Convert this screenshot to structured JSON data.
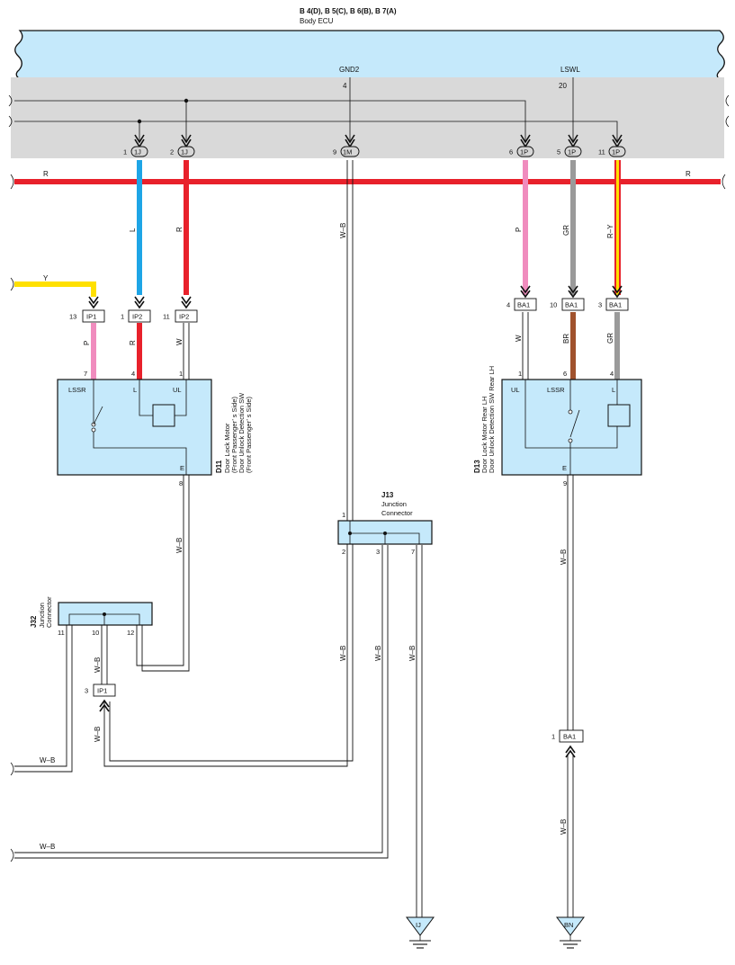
{
  "ecu": {
    "ids": "B 4(D), B 5(C), B 6(B), B 7(A)",
    "name": "Body ECU",
    "pin_gnd2_name": "GND2",
    "pin_gnd2_num": "4",
    "pin_lswl_name": "LSWL",
    "pin_lswl_num": "20"
  },
  "colors": {
    "ecu_fill": "#c5e9fb",
    "band_fill": "#d9d9d9",
    "red": "#e8212b",
    "blue": "#1ea5e6",
    "yellow": "#ffe000",
    "pink": "#f08cbe",
    "gray": "#9a9a9a",
    "brown": "#a0522d"
  },
  "band_connectors": {
    "c1": {
      "pin": "1",
      "name": "1J"
    },
    "c2": {
      "pin": "2",
      "name": "1J"
    },
    "c3": {
      "pin": "9",
      "name": "1M"
    },
    "c4": {
      "pin": "6",
      "name": "1P"
    },
    "c5": {
      "pin": "5",
      "name": "1P"
    },
    "c6": {
      "pin": "11",
      "name": "1P"
    }
  },
  "wires": {
    "r_left": "R",
    "r_right": "R",
    "l": "L",
    "r_mid": "R",
    "wb_center": "W–B",
    "p_right": "P",
    "gr_right": "GR",
    "ry_right": "R–Y",
    "y_left": "Y",
    "p_d11": "P",
    "r_d11": "R",
    "w_d11": "W",
    "w_d13": "W",
    "br_d13": "BR",
    "gr_d13": "GR",
    "wb_d11": "W–B",
    "wb_j32": "W–B",
    "wb_ip1": "W–B",
    "wb_bottom1": "W–B",
    "wb_j13_2": "W–B",
    "wb_j13_3": "W–B",
    "wb_j13_7": "W–B",
    "wb_d13": "W–B",
    "wb_d13b": "W–B",
    "wb_bottom2": "W–B"
  },
  "d11_connectors": {
    "a": {
      "pin": "13",
      "name": "IP1"
    },
    "b": {
      "pin": "1",
      "name": "IP2"
    },
    "c": {
      "pin": "11",
      "name": "IP2"
    }
  },
  "d13_connectors": {
    "a": {
      "pin": "4",
      "name": "BA1"
    },
    "b": {
      "pin": "10",
      "name": "BA1"
    },
    "c": {
      "pin": "3",
      "name": "BA1"
    }
  },
  "d11": {
    "id": "D11",
    "line1": "Door Lock Motor",
    "line2": "(Front Passenger’ s Side)",
    "line3": "Door Unlock Detection SW",
    "line4": "(Front Passenger’ s Side)",
    "term_lssr": "LSSR",
    "term_l": "L",
    "term_ul": "UL",
    "term_e": "E",
    "pin_lssr": "7",
    "pin_l": "4",
    "pin_ul": "1",
    "pin_e": "8"
  },
  "d13": {
    "id": "D13",
    "line1": "Door Lock Motor Rear LH",
    "line2": "Door Unlock Detection SW Rear LH",
    "term_ul": "UL",
    "term_lssr": "LSSR",
    "term_l": "L",
    "term_e": "E",
    "pin_ul": "1",
    "pin_lssr": "6",
    "pin_l": "4",
    "pin_e": "9"
  },
  "j13": {
    "id": "J13",
    "line1": "Junction",
    "line2": "Connector",
    "pin_top": "1",
    "pin_a": "2",
    "pin_b": "3",
    "pin_c": "7"
  },
  "j32": {
    "id": "J32",
    "line1": "Junction",
    "line2": "Connector",
    "pin_a": "11",
    "pin_b": "10",
    "pin_c": "12"
  },
  "ip1_lower": {
    "pin": "3",
    "name": "IP1"
  },
  "ba1_lower": {
    "pin": "1",
    "name": "BA1"
  },
  "grounds": {
    "g1": "IJ",
    "g2": "BN"
  }
}
